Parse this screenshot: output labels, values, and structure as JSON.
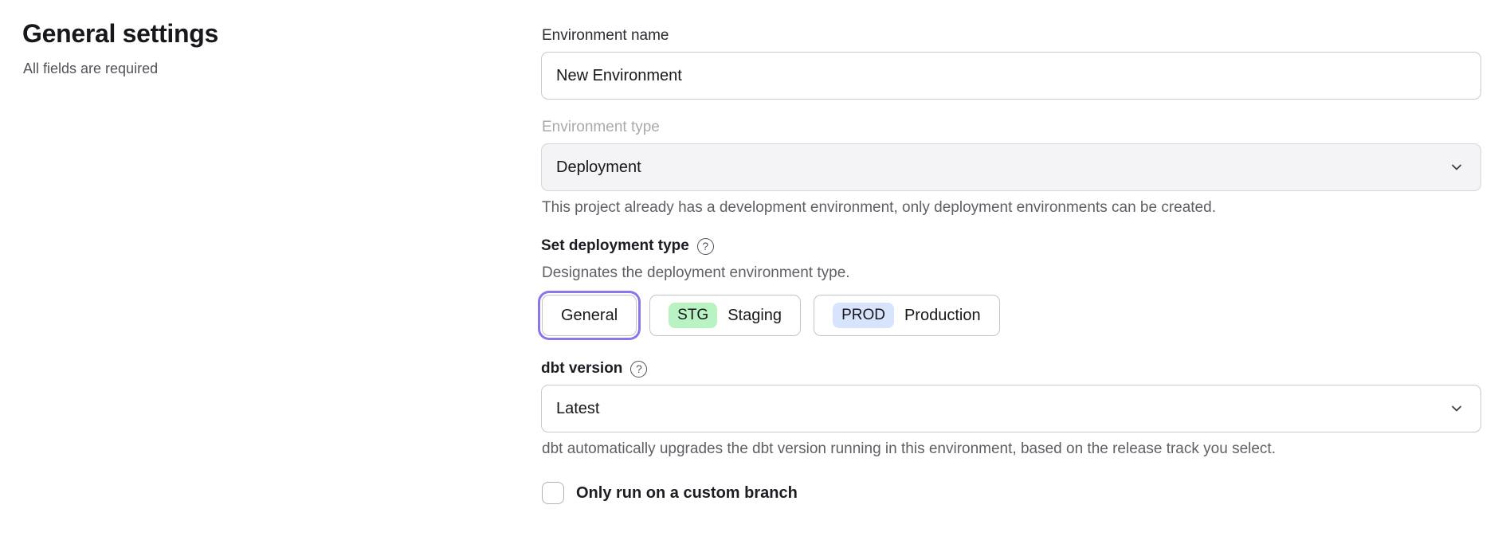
{
  "page": {
    "title": "General settings",
    "subtitle": "All fields are required"
  },
  "form": {
    "environment_name": {
      "label": "Environment name",
      "value": "New Environment"
    },
    "environment_type": {
      "label": "Environment type",
      "value": "Deployment",
      "disabled": true,
      "helper": "This project already has a development environment, only deployment environments can be created."
    },
    "deployment_type": {
      "label": "Set deployment type",
      "description": "Designates the deployment environment type.",
      "options": [
        {
          "label": "General",
          "badge": "",
          "selected": true
        },
        {
          "label": "Staging",
          "badge": "STG",
          "selected": false
        },
        {
          "label": "Production",
          "badge": "PROD",
          "selected": false
        }
      ]
    },
    "dbt_version": {
      "label": "dbt version",
      "value": "Latest",
      "helper": "dbt automatically upgrades the dbt version running in this environment, based on the release track you select."
    },
    "custom_branch": {
      "label": "Only run on a custom branch",
      "checked": false
    }
  },
  "icons": {
    "help_glyph": "?",
    "dropdown": "chevron-down"
  },
  "colors": {
    "accent": "#8677ea",
    "staging_badge": "#b9f2c3",
    "production_badge": "#d7e4fc"
  }
}
